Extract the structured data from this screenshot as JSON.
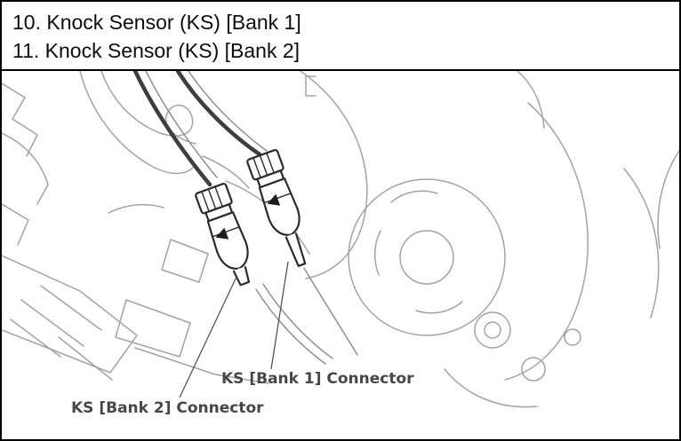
{
  "header": {
    "items": [
      "10. Knock Sensor (KS) [Bank 1]",
      "11. Knock Sensor (KS) [Bank 2]"
    ]
  },
  "figure": {
    "labels": {
      "bank1": "KS [Bank 1] Connector",
      "bank2": "KS [Bank 2] Connector"
    }
  },
  "colors": {
    "border": "#000000",
    "line_art": "#a3a3a3",
    "cable": "#3e3e3e",
    "connector_stroke": "#2b2b2b",
    "label_text": "#474747"
  }
}
